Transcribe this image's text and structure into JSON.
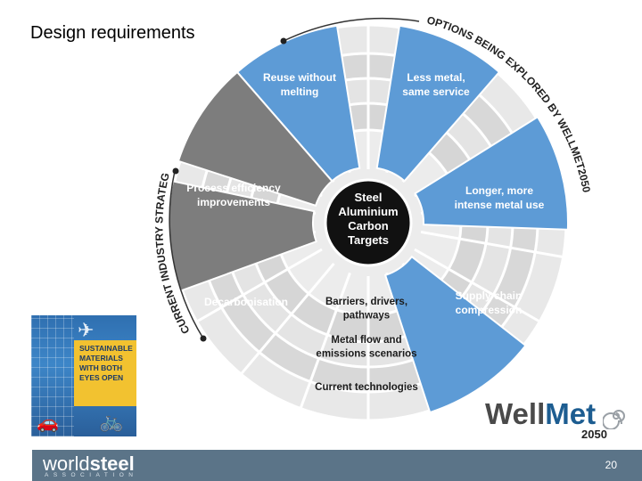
{
  "slide": {
    "title": "Design requirements",
    "page_number": "20"
  },
  "wheel": {
    "outer_arc_label_options": "OPTIONS BEING EXPLORED BY WELLMET2050",
    "outer_arc_label_current": "CURRENT INDUSTRY STRATEGIES",
    "hub": [
      "Steel",
      "Aluminium",
      "Carbon",
      "Targets"
    ],
    "options_segments": [
      [
        "Reuse without",
        "melting"
      ],
      [
        "Less metal,",
        "same service"
      ],
      [
        "Longer, more",
        "intense metal use"
      ],
      [
        "Supply chain",
        "compression"
      ]
    ],
    "strategy_segments": [
      [
        "Process efficiency",
        "improvements"
      ],
      [
        "Decarbonisation"
      ]
    ],
    "bottom_rings": [
      [
        "Barriers, drivers,",
        "pathways"
      ],
      [
        "Metal flow and",
        "emissions scenarios"
      ],
      [
        "Current technologies"
      ]
    ],
    "colors": {
      "options_blue": "#5d9bd6",
      "strategy_grey": "#7d7d7d",
      "ring_grey": "#d9d9d9",
      "hub_black": "#111111"
    }
  },
  "book_cover": {
    "lines": [
      "SUSTAINABLE",
      "MATERIALS",
      "WITH BOTH",
      "EYES OPEN"
    ]
  },
  "logo": {
    "well": "Well",
    "met": "Met",
    "year": "2050"
  },
  "footer": {
    "brand_plain": "world",
    "brand_bold": "steel",
    "brand_sub": "ASSOCIATION"
  }
}
